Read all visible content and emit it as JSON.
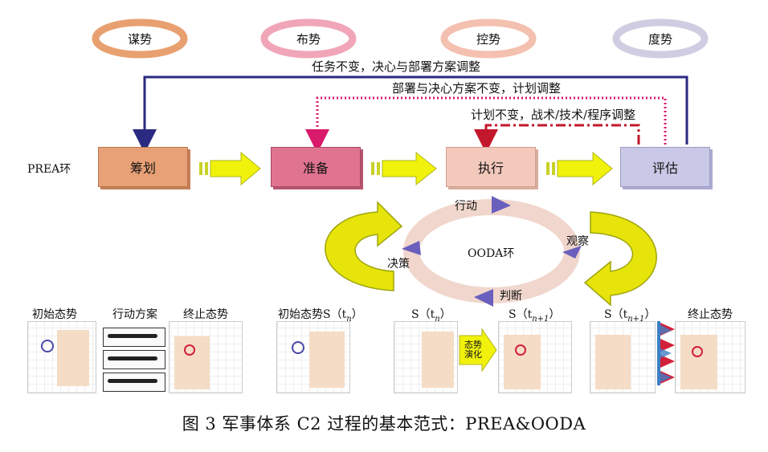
{
  "ovals": [
    {
      "label": "谋势",
      "color": "#e8a070"
    },
    {
      "label": "布势",
      "color": "#f0a6b8"
    },
    {
      "label": "控势",
      "color": "#f4c0b0"
    },
    {
      "label": "度势",
      "color": "#d0cde2"
    }
  ],
  "feedback": {
    "outer": "任务不变，决心与部署方案调整",
    "middle": "部署与决心方案不变，计划调整",
    "inner": "计划不变，战术/技术/程序调整"
  },
  "prea": {
    "label": "PREA环",
    "boxes": [
      {
        "label": "筹划",
        "color": "#e8a176"
      },
      {
        "label": "准备",
        "color": "#e07490"
      },
      {
        "label": "执行",
        "color": "#f3c9bc"
      },
      {
        "label": "评估",
        "color": "#c9c8e6"
      }
    ]
  },
  "ooda": {
    "center": "OODA环",
    "steps": [
      "行动",
      "观察",
      "判断",
      "决策"
    ]
  },
  "panels": {
    "initial_state": "初始态势",
    "action_plan": "行动方案",
    "final_state": "终止态势",
    "initial_state_s": "初始态势S（t",
    "tn_sub": "n",
    "s_tn": "S（t",
    "s_tn1": "S（t",
    "tn1_sub": "n+1",
    "close_paren": "）",
    "final_state2": "终止态势",
    "evolve": "态势\n演化"
  },
  "caption": "图 3   军事体系 C2 过程的基本范式：PREA&OODA"
}
